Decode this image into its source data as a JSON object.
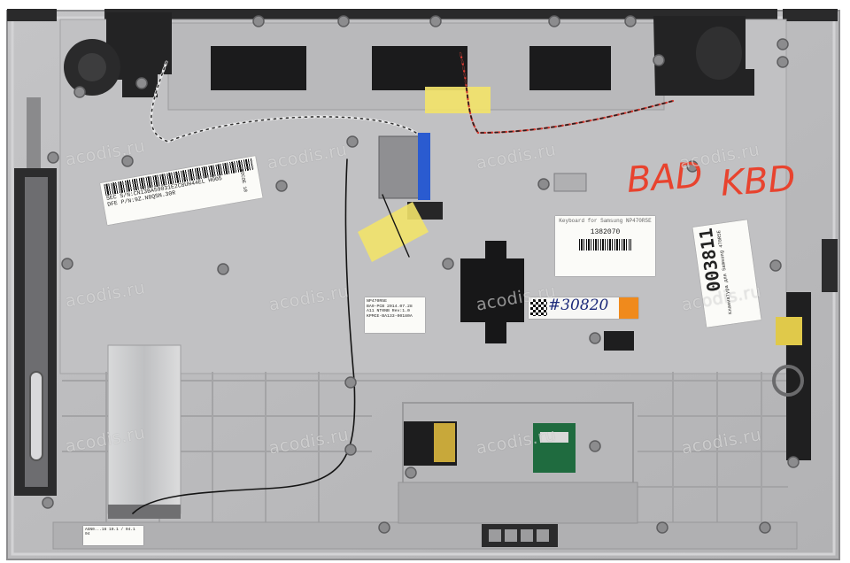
{
  "photo": {
    "subject": "laptop-palmrest-top-case-underside",
    "colors": {
      "plastic": "#bdbdbf",
      "plastic_dark": "#a9a9ab",
      "metal": "#7a7a7c",
      "foam": "#1a1a1a",
      "tape": "#f2e36a",
      "flex": "#c9cacb",
      "pcb": "#1f6b3f"
    }
  },
  "labels": {
    "main_label": {
      "line1": "SEC S/N:CN13BA59031E2C8UH44EL H005",
      "line2": "DFE P/N:9Z.N8QSN.30R",
      "side": "MOCOE 18"
    },
    "stock_label": {
      "number": "1382070",
      "small": "Keyboard for Samsung NP470R5E"
    },
    "side_label": {
      "big": "003811",
      "small": "Клавиатура для Samsung 470R5E"
    },
    "small_label": {
      "l1": "NP470R5E",
      "l2": "BA9-PCB 2014.07.28",
      "l3": "A11 NT0NB Rev:1.0",
      "l4": "KPMCE-BA133-00180A"
    },
    "order_label": {
      "number": "#30820"
    },
    "bottom_label": {
      "text": "AGN0...16 10.1 / 04.1 04"
    }
  },
  "handwriting": {
    "left": "BAD",
    "right": "KBD"
  },
  "watermark": {
    "text": "acodis.ru"
  }
}
